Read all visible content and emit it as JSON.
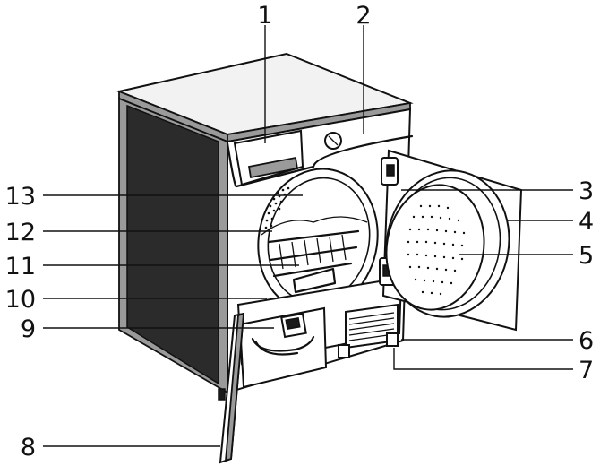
{
  "figure": {
    "type": "appliance-diagram",
    "callouts": [
      {
        "id": "c1",
        "number": "1"
      },
      {
        "id": "c2",
        "number": "2"
      },
      {
        "id": "c3",
        "number": "3"
      },
      {
        "id": "c4",
        "number": "4"
      },
      {
        "id": "c5",
        "number": "5"
      },
      {
        "id": "c6",
        "number": "6"
      },
      {
        "id": "c7",
        "number": "7"
      },
      {
        "id": "c8",
        "number": "8"
      },
      {
        "id": "c9",
        "number": "9"
      },
      {
        "id": "c10",
        "number": "10"
      },
      {
        "id": "c11",
        "number": "11"
      },
      {
        "id": "c12",
        "number": "12"
      },
      {
        "id": "c13",
        "number": "13"
      }
    ]
  }
}
